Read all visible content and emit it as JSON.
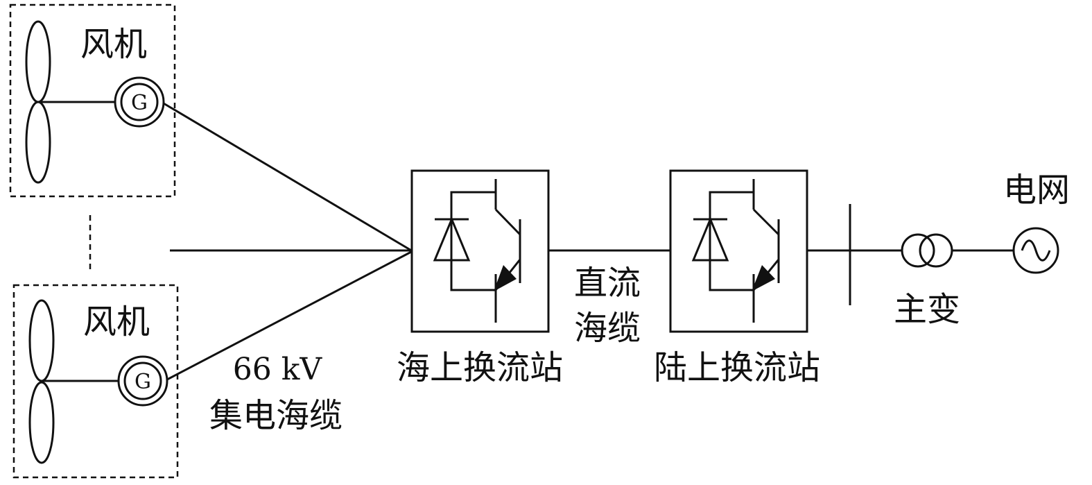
{
  "labels": {
    "turbine_top": "风机",
    "turbine_bottom": "风机",
    "generator_top": "G",
    "generator_bottom": "G",
    "collection_cable_voltage": "66 kV",
    "collection_cable": "集电海缆",
    "offshore_station": "海上换流站",
    "dc_cable_line1": "直流",
    "dc_cable_line2": "海缆",
    "onshore_station": "陆上换流站",
    "main_transformer": "主变",
    "grid": "电网"
  }
}
